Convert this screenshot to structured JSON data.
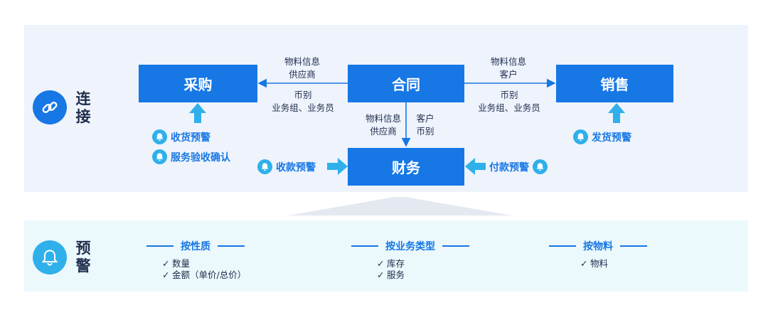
{
  "connect": {
    "title": "连接",
    "title_chars": [
      "连",
      "接"
    ],
    "nodes": {
      "purchase": "采购",
      "contract": "合同",
      "sales": "销售",
      "finance": "财务"
    },
    "left_flow_top": [
      "物料信息",
      "供应商"
    ],
    "left_flow_bottom": [
      "币别",
      "业务组、业务员"
    ],
    "right_flow_top": [
      "物料信息",
      "客户"
    ],
    "right_flow_bottom": [
      "币别",
      "业务组、业务员"
    ],
    "down_flow_left": [
      "物料信息",
      "供应商"
    ],
    "down_flow_right": [
      "客户",
      "币别"
    ],
    "alerts": {
      "receive_goods": "收货预警",
      "service_accept": "服务验收确认",
      "collect_payment": "收款预警",
      "pay_payment": "付款预警",
      "ship_goods": "发货预警"
    }
  },
  "warning": {
    "title": "预警",
    "title_chars": [
      "预",
      "警"
    ],
    "categories": [
      {
        "title": "按性质",
        "items": [
          "数量",
          "金额（单价/总价）"
        ]
      },
      {
        "title": "按业务类型",
        "items": [
          "库存",
          "服务"
        ]
      },
      {
        "title": "按物料",
        "items": [
          "物料"
        ]
      }
    ],
    "tick": "✓"
  },
  "colors": {
    "node_blue": "#1677E5",
    "alert_cyan": "#2FB0EB",
    "connect_bg": "#EEF3FC",
    "warn_bg": "#EBF8FC",
    "text_dark": "#1F2D4D"
  }
}
